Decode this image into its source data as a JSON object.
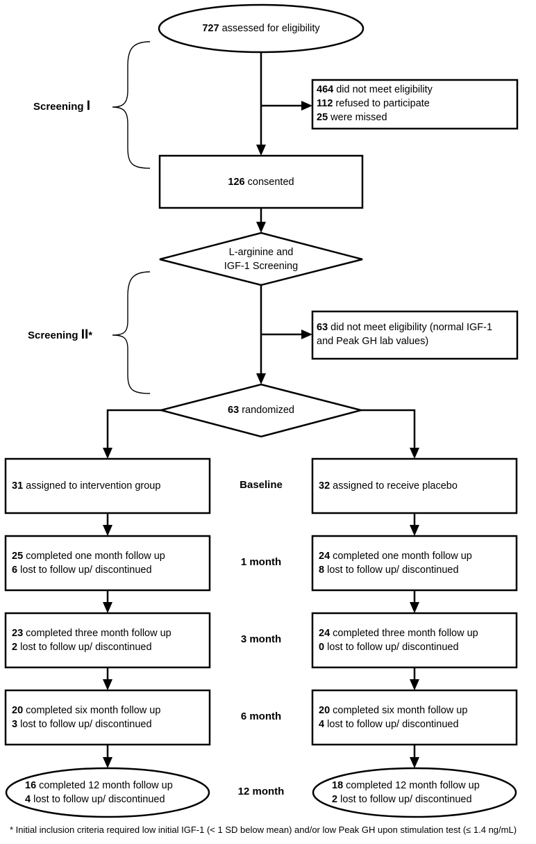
{
  "top": {
    "assessed_count": "727",
    "assessed_text": " assessed for eligibility"
  },
  "screening1": {
    "label": "Screening ",
    "roman": "I",
    "excluded": [
      {
        "count": "464",
        "text": " did not meet eligibility"
      },
      {
        "count": "112",
        "text": " refused to participate"
      },
      {
        "count": "25",
        "text": " were missed"
      }
    ]
  },
  "consented": {
    "count": "126",
    "text": " consented"
  },
  "lab_screen": {
    "line1": "L-arginine and",
    "line2": "IGF-1 Screening"
  },
  "screening2": {
    "label": "Screening ",
    "roman": "II",
    "asterisk": "*",
    "excluded_count": "63",
    "excluded_line1": " did not meet eligibility (normal IGF-1",
    "excluded_line2": "and Peak GH lab values)"
  },
  "randomized": {
    "count": "63",
    "text": " randomized"
  },
  "stages": [
    "Baseline",
    "1 month",
    "3 month",
    "6 month",
    "12 month"
  ],
  "intervention": [
    {
      "lines": [
        {
          "count": "31",
          "text": " assigned to intervention group"
        }
      ]
    },
    {
      "lines": [
        {
          "count": "25",
          "text": " completed one month follow up"
        },
        {
          "count": "6",
          "text": " lost to follow up/ discontinued"
        }
      ]
    },
    {
      "lines": [
        {
          "count": "23",
          "text": " completed three month follow up"
        },
        {
          "count": "2",
          "text": " lost to follow up/ discontinued"
        }
      ]
    },
    {
      "lines": [
        {
          "count": "20",
          "text": " completed six month follow up"
        },
        {
          "count": "3",
          "text": " lost to follow up/ discontinued"
        }
      ]
    },
    {
      "lines": [
        {
          "count": "16",
          "text": " completed 12 month follow up"
        },
        {
          "count": "4",
          "text": " lost to follow up/ discontinued"
        }
      ]
    }
  ],
  "placebo": [
    {
      "lines": [
        {
          "count": "32",
          "text": " assigned to receive placebo"
        }
      ]
    },
    {
      "lines": [
        {
          "count": "24",
          "text": " completed one month follow up"
        },
        {
          "count": "8",
          "text": " lost to follow up/ discontinued"
        }
      ]
    },
    {
      "lines": [
        {
          "count": "24",
          "text": " completed three month follow up"
        },
        {
          "count": "0",
          "text": " lost to follow up/ discontinued"
        }
      ]
    },
    {
      "lines": [
        {
          "count": "20",
          "text": " completed six month follow up"
        },
        {
          "count": "4",
          "text": " lost to follow up/ discontinued"
        }
      ]
    },
    {
      "lines": [
        {
          "count": "18",
          "text": " completed 12 month follow up"
        },
        {
          "count": "2",
          "text": " lost to follow up/ discontinued"
        }
      ]
    }
  ],
  "footnote": "* Initial inclusion criteria required low initial IGF-1 (< 1 SD below mean) and/or low Peak GH upon stimulation test (≤ 1.4 ng/mL)"
}
